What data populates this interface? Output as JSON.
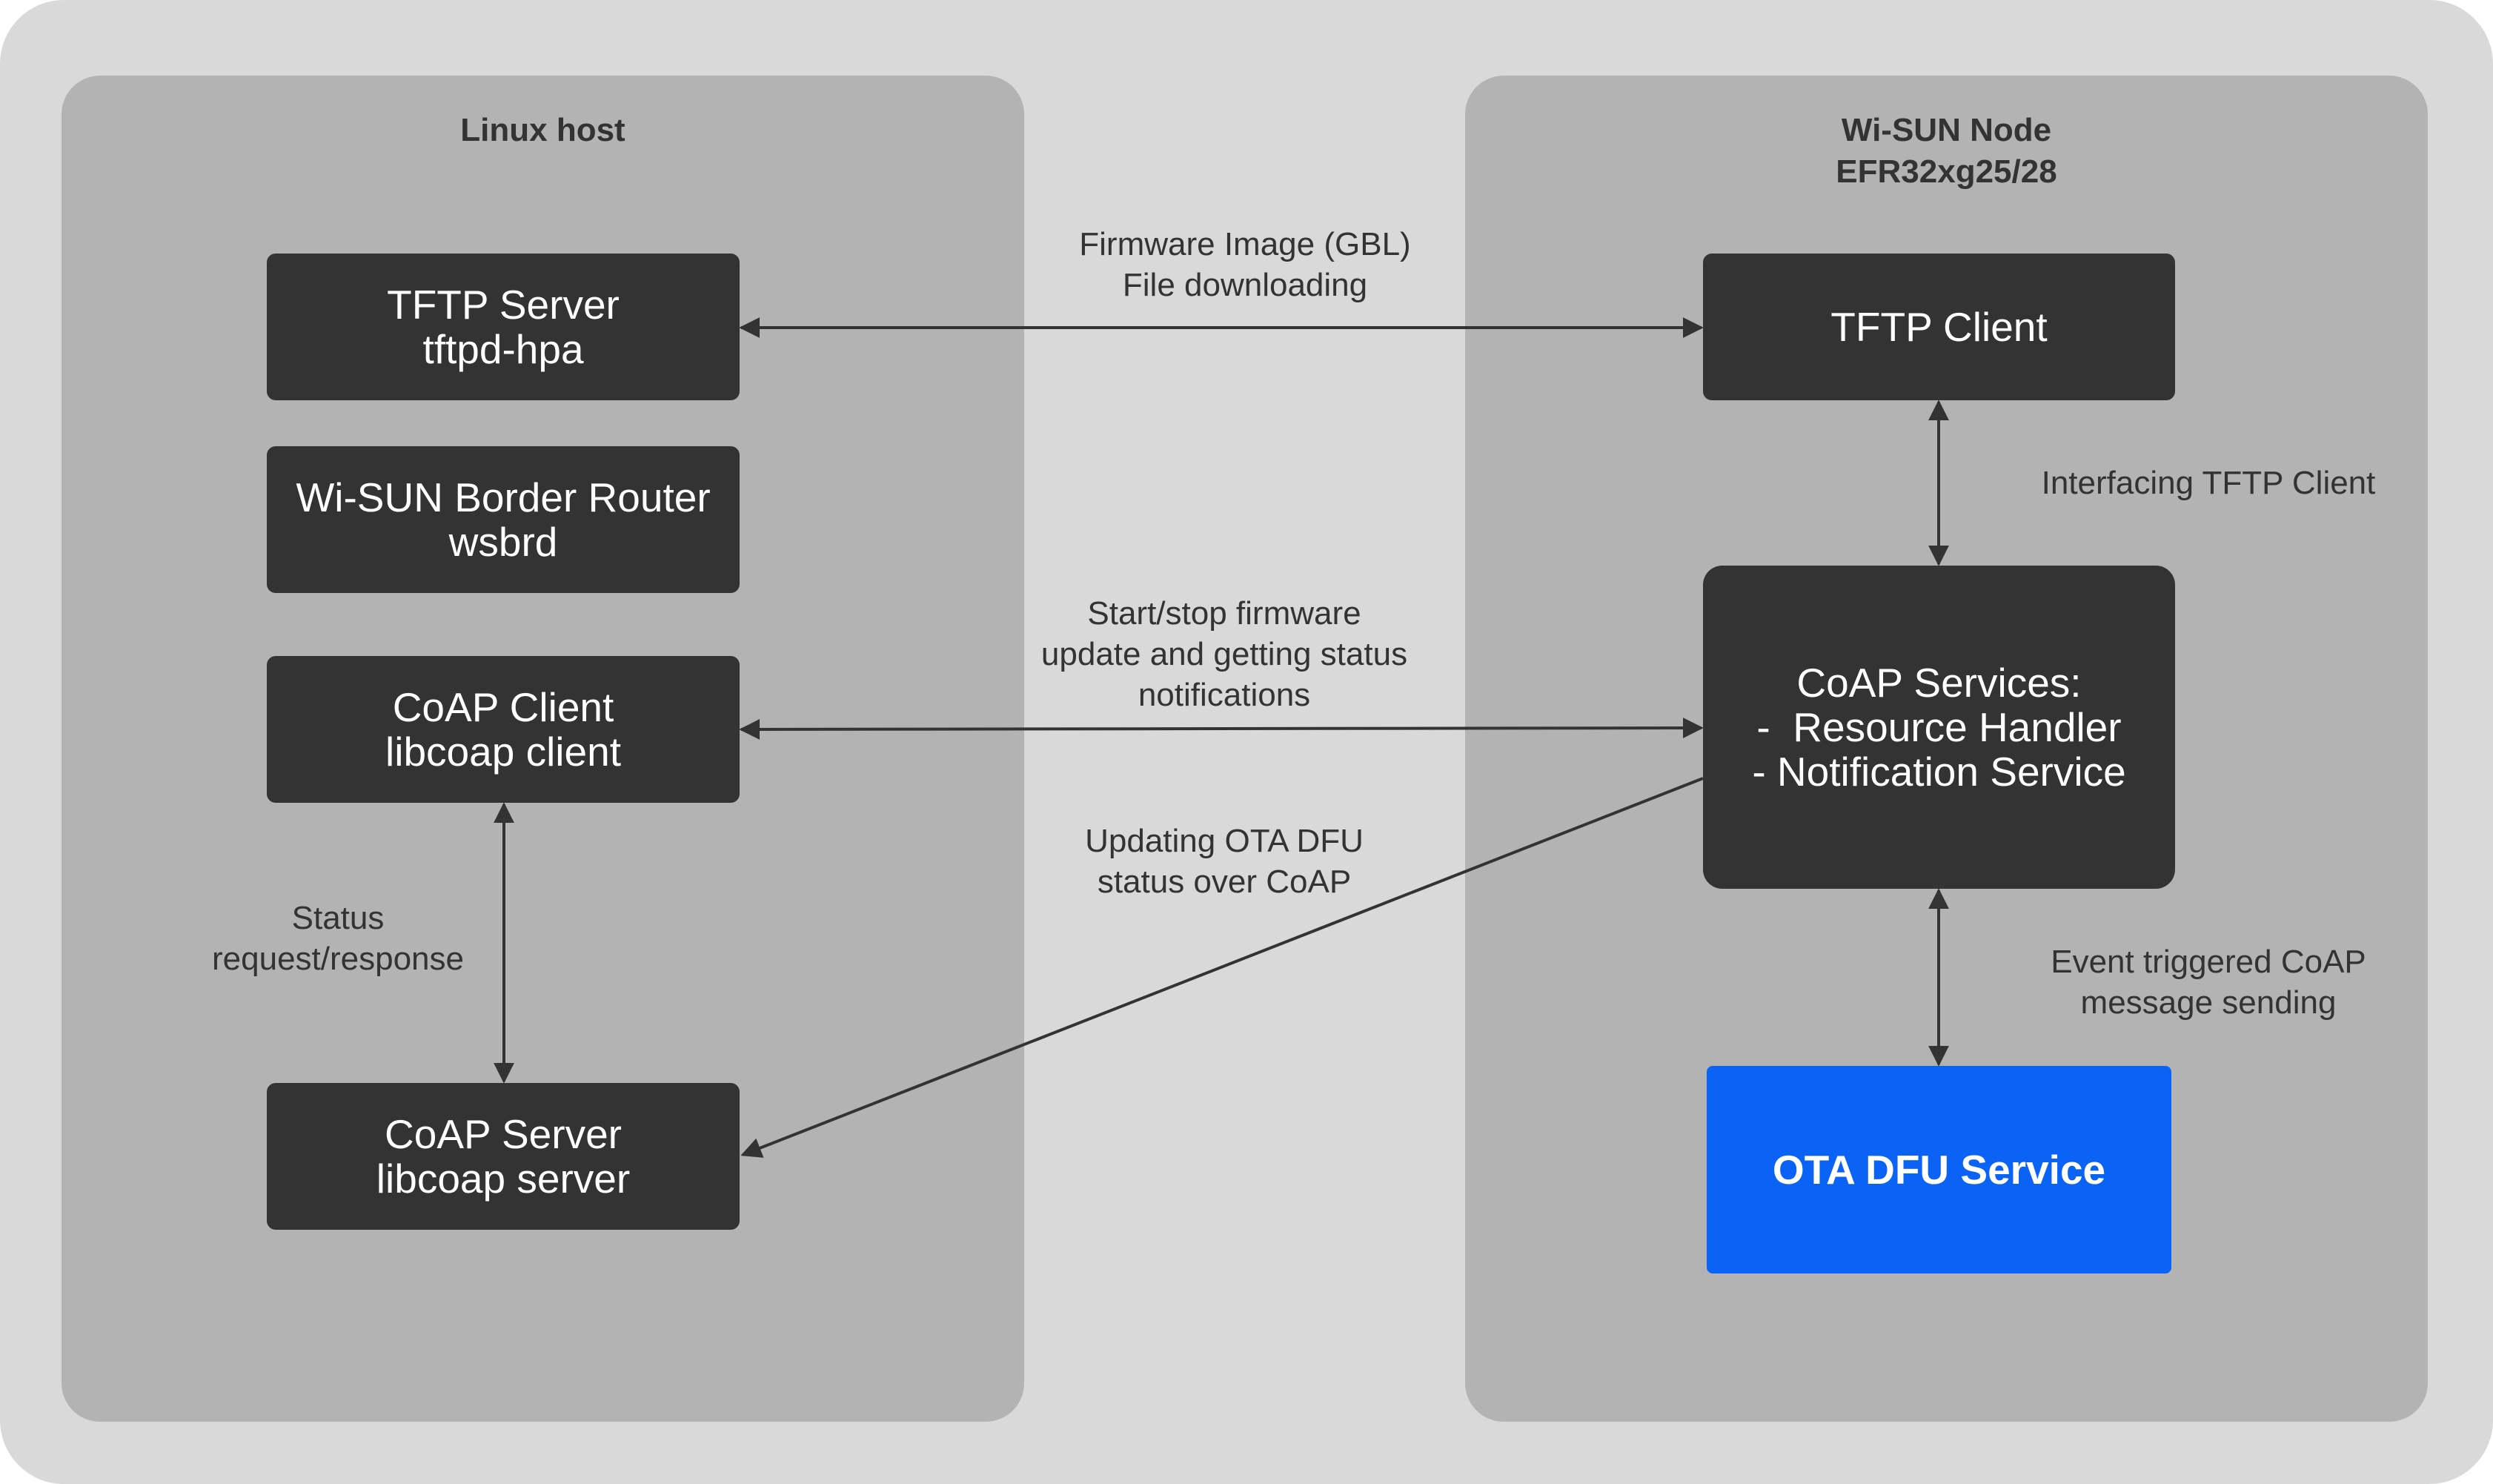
{
  "regions": {
    "host": {
      "title": "Linux host"
    },
    "node": {
      "title_line1": "Wi-SUN Node",
      "title_line2": "EFR32xg25/28"
    }
  },
  "boxes": {
    "tftp_server": {
      "line1": "TFTP Server",
      "line2": "tftpd-hpa"
    },
    "border_router": {
      "line1": "Wi-SUN Border Router",
      "line2": "wsbrd"
    },
    "coap_client": {
      "line1": "CoAP Client",
      "line2": "libcoap client"
    },
    "coap_server": {
      "line1": "CoAP Server",
      "line2": "libcoap server"
    },
    "tftp_client": {
      "line1": "TFTP Client"
    },
    "coap_services": {
      "line1": "CoAP Services:",
      "line2": "-  Resource Handler",
      "line3": "- Notification Service"
    },
    "ota_dfu": {
      "line1": "OTA DFU Service"
    }
  },
  "labels": {
    "firmware_image": {
      "line1": "Firmware Image (GBL)",
      "line2": "File downloading"
    },
    "interfacing_tftp": {
      "line1": "Interfacing TFTP Client"
    },
    "start_stop": {
      "line1": "Start/stop firmware",
      "line2": "update and getting status",
      "line3": "notifications"
    },
    "updating_status": {
      "line1": "Updating OTA DFU",
      "line2": "status over CoAP"
    },
    "status_reqresp": {
      "line1": "Status",
      "line2": "request/response"
    },
    "event_triggered": {
      "line1": "Event triggered CoAP",
      "line2": "message sending"
    }
  },
  "colors": {
    "canvas": "#d9d9d9",
    "region": "#b3b3b3",
    "box": "#333333",
    "accent_box": "#0b63f5",
    "text_dark": "#333333",
    "text_light": "#ffffff"
  }
}
